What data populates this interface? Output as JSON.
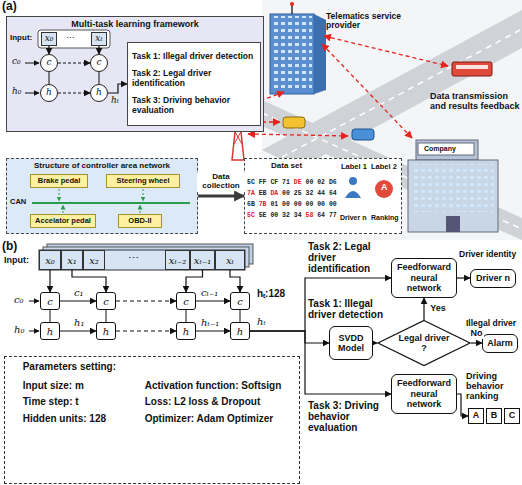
{
  "diagram": {
    "nodes": [
      {
        "text": [
          "Multi-task learning framework"
        ]
      },
      {
        "text": [
          "x₀"
        ],
        "in": 0
      },
      {
        "text": [
          "xₜ"
        ],
        "in": 0
      },
      {
        "text": [
          "c"
        ],
        "in": 0
      },
      {
        "text": [
          "h"
        ],
        "in": 0
      },
      {
        "text": [
          "c"
        ],
        "in": 0
      },
      {
        "text": [
          "h"
        ],
        "in": 0
      },
      {
        "text": [
          "Task 1: Illegal driver detection",
          "Task 2: Legal driver identification",
          "Task 3: Driving behavior evaluation"
        ],
        "in": 0
      },
      {
        "text": [
          "Structure of controller area network"
        ]
      },
      {
        "text": [
          "Brake pedal"
        ],
        "in": 8
      },
      {
        "text": [
          "Steering wheel"
        ],
        "in": 8
      },
      {
        "text": [
          "Accelator pedal"
        ],
        "in": 8
      },
      {
        "text": [
          "OBD-II"
        ],
        "in": 8
      },
      {
        "text": [
          "Data set"
        ]
      },
      {
        "text": [
          "x₀"
        ]
      },
      {
        "text": [
          "x₁"
        ]
      },
      {
        "text": [
          "x₂"
        ]
      },
      {
        "text": [
          "xₜ₋₂"
        ]
      },
      {
        "text": [
          "xₜ₋₁"
        ]
      },
      {
        "text": [
          "xₜ"
        ]
      },
      {
        "text": [
          "c"
        ]
      },
      {
        "text": [
          "h"
        ]
      },
      {
        "text": [
          "c"
        ]
      },
      {
        "text": [
          "h"
        ]
      },
      {
        "text": [
          "c"
        ]
      },
      {
        "text": [
          "h"
        ]
      },
      {
        "text": [
          "c"
        ]
      },
      {
        "text": [
          "h"
        ]
      },
      {
        "text": [
          "Parameters setting:",
          "Input size: m",
          "Activation function: Softsign",
          "Time step: t",
          "Loss: L2 loss & Dropout",
          "Hidden units: 128",
          "Optimizer: Adam Optimizer"
        ]
      },
      {
        "text": [
          "Feedforward neural network"
        ]
      },
      {
        "text": [
          "Driver n"
        ]
      },
      {
        "text": [
          "SVDD Model"
        ]
      },
      {
        "text": [
          "Legal driver ?"
        ]
      },
      {
        "text": [
          "Alarm"
        ]
      },
      {
        "text": [
          "Feedforward neural network"
        ]
      },
      {
        "text": [
          "A"
        ]
      },
      {
        "text": [
          "B"
        ]
      },
      {
        "text": [
          "C"
        ]
      }
    ],
    "edges": [
      {
        "from": 1,
        "to": 3,
        "arrow": "to"
      },
      {
        "from": 2,
        "to": 5,
        "arrow": "to"
      },
      {
        "from": 3,
        "to": 5,
        "arrow": "to"
      },
      {
        "from": 4,
        "to": 6,
        "arrow": "to"
      },
      {
        "from": 6,
        "to": 7,
        "arrow": "to"
      },
      {
        "from": 8,
        "to": 13,
        "label": "Data collection",
        "arrow": "to"
      },
      {
        "from": 14,
        "to": 20,
        "arrow": "to"
      },
      {
        "from": 15,
        "to": 22,
        "arrow": "to"
      },
      {
        "from": 18,
        "to": 24,
        "arrow": "to"
      },
      {
        "from": 19,
        "to": 26,
        "arrow": "to"
      },
      {
        "from": 20,
        "to": 22,
        "arrow": "to"
      },
      {
        "from": 21,
        "to": 23,
        "arrow": "to"
      },
      {
        "from": 22,
        "to": 24,
        "arrow": "to"
      },
      {
        "from": 23,
        "to": 25,
        "arrow": "to"
      },
      {
        "from": 24,
        "to": 26,
        "arrow": "to"
      },
      {
        "from": 25,
        "to": 27,
        "arrow": "to"
      },
      {
        "from": 27,
        "to": 29,
        "arrow": "to"
      },
      {
        "from": 27,
        "to": 31,
        "arrow": "to"
      },
      {
        "from": 27,
        "to": 34,
        "arrow": "to"
      },
      {
        "from": 31,
        "to": 32,
        "arrow": "to"
      },
      {
        "from": 32,
        "to": 29,
        "label": "Yes",
        "arrow": "to"
      },
      {
        "from": 32,
        "to": 33,
        "label": "No",
        "arrow": "to"
      },
      {
        "from": 29,
        "to": 30,
        "arrow": "to"
      },
      {
        "from": 34,
        "to": 35,
        "arrow": "to"
      }
    ],
    "labels": [
      "(a)",
      "Input:",
      "…",
      "c₀",
      "h₀",
      "hₜ",
      "CAN",
      "5C FF CF 71",
      "DE",
      "00 02 D6",
      "7A",
      "EB",
      "DA",
      "00 25 32 44 64",
      "6B",
      "7B",
      "01 00 00 00 00 00",
      "5C",
      "5E 00 32 34",
      "58",
      "64 77",
      "Label 1",
      "Label 2",
      "Driver n",
      "A",
      "Ranking",
      "Telematics service provider",
      "Data transmission and results feedback",
      "Company",
      "(b)",
      "Input:",
      "⋯",
      "c₀",
      "h₀",
      "c₁",
      "h₁",
      "cₜ₋₁",
      "hₜ₋₁",
      "hₜ",
      "hₜ:128",
      "Task 2: Legal driver identification",
      "Driver identity",
      "Task 1: Illegal driver detection",
      "Illegal driver",
      "Task 3: Driving behavior evaluation",
      "Driving behavior ranking"
    ]
  }
}
